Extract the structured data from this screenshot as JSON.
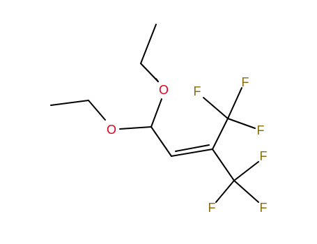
{
  "molecule": {
    "atoms": {
      "o_upper": "O",
      "o_lower": "O",
      "f1": "F",
      "f2": "F",
      "f3": "F",
      "f4": "F",
      "f5": "F",
      "f6": "F"
    },
    "colors": {
      "bond": "#000000",
      "oxygen": "#e0001b",
      "fluorine": "#8a6d0b"
    }
  }
}
